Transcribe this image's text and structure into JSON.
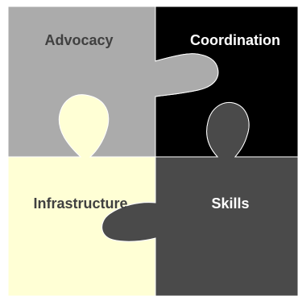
{
  "pieces": [
    {
      "id": "advocacy",
      "label": "Advocacy",
      "fill": "#ababab",
      "text_color": "#404040"
    },
    {
      "id": "coordination",
      "label": "Coordination",
      "fill": "#000000",
      "text_color": "#ffffff"
    },
    {
      "id": "infrastructure",
      "label": "Infrastructure",
      "fill": "#ffffd5",
      "text_color": "#404040"
    },
    {
      "id": "skills",
      "label": "Skills",
      "fill": "#4a4a4a",
      "text_color": "#ffffff"
    }
  ]
}
